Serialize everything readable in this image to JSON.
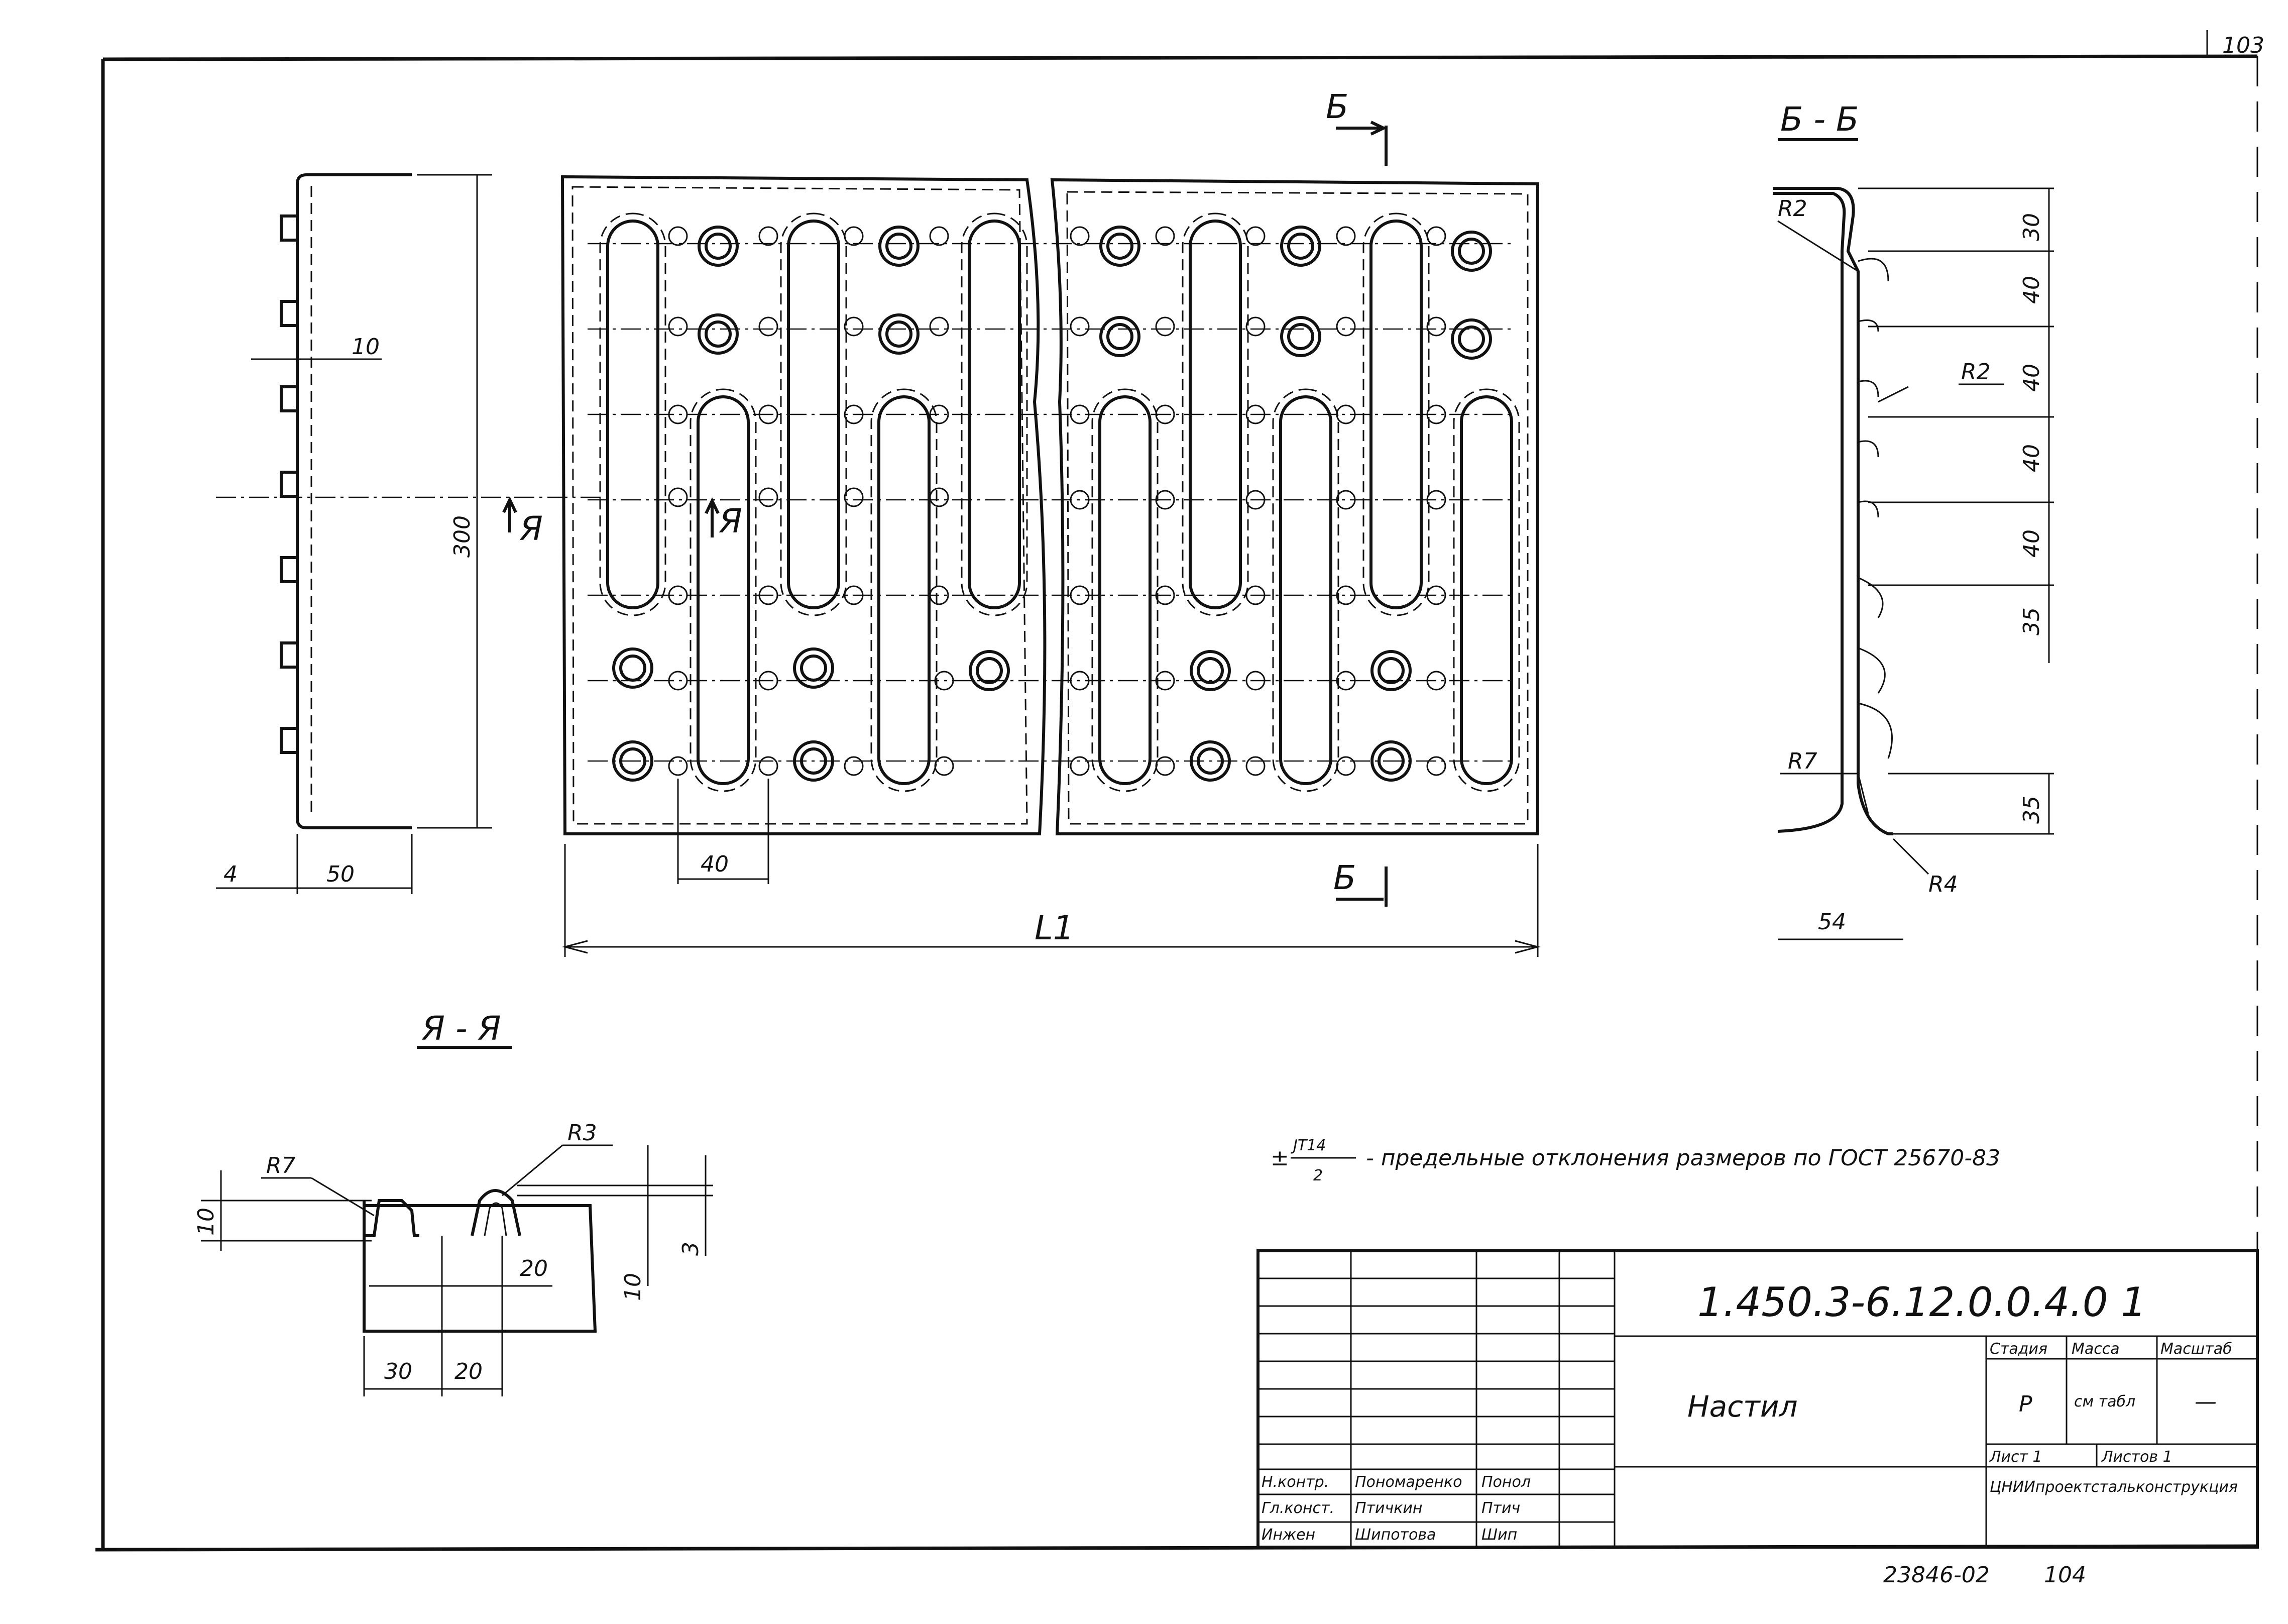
{
  "sheet_number": "103",
  "section_labels": {
    "b_top": "Б",
    "b_bottom": "Б",
    "b_section": "Б - Б",
    "a_section": "Я - Я",
    "a_arrow": "Я"
  },
  "dimensions": {
    "side_view": {
      "height": "300",
      "flange": "50",
      "thickness": "4",
      "rib": "10"
    },
    "plan_view": {
      "pitch": "40",
      "length": "L1"
    },
    "section_b": {
      "r_top": "R2",
      "r_mid": "R2",
      "r_bottom": "R7",
      "r_corner": "R4",
      "width": "54",
      "steps": [
        "30",
        "40",
        "40",
        "40",
        "40",
        "35",
        "35"
      ]
    },
    "section_a": {
      "r_left": "R7",
      "r_right": "R3",
      "height_left": "10",
      "gap": "20",
      "depth": "10",
      "depth_small": "3",
      "bottom_left": "30",
      "bottom_right": "20"
    }
  },
  "note": {
    "fraction_top": "ЈТ14",
    "fraction_bottom": "2",
    "text": "- предельные отклонения размеров по ГОСТ 25670-83"
  },
  "title_block": {
    "designation": "1.450.3-6.12.0.0.4.0 1",
    "name": "Настил",
    "headers": {
      "stage": "Стадия",
      "mass": "Масса",
      "scale": "Масштаб"
    },
    "stage": "Р",
    "mass": "см табл",
    "scale": "—",
    "sheet": "Лист 1",
    "sheets": "Листов 1",
    "organization": "ЦНИИпроектстальконструкция",
    "staff": [
      {
        "role": "Н.контр.",
        "name": "Пономаренко",
        "sign": "Понол"
      },
      {
        "role": "Гл.конст.",
        "name": "Птичкин",
        "sign": "Птич"
      },
      {
        "role": "Инжен",
        "name": "Шипотова",
        "sign": "Шип"
      }
    ]
  },
  "footer": {
    "archive": "23846-02",
    "page": "104"
  }
}
